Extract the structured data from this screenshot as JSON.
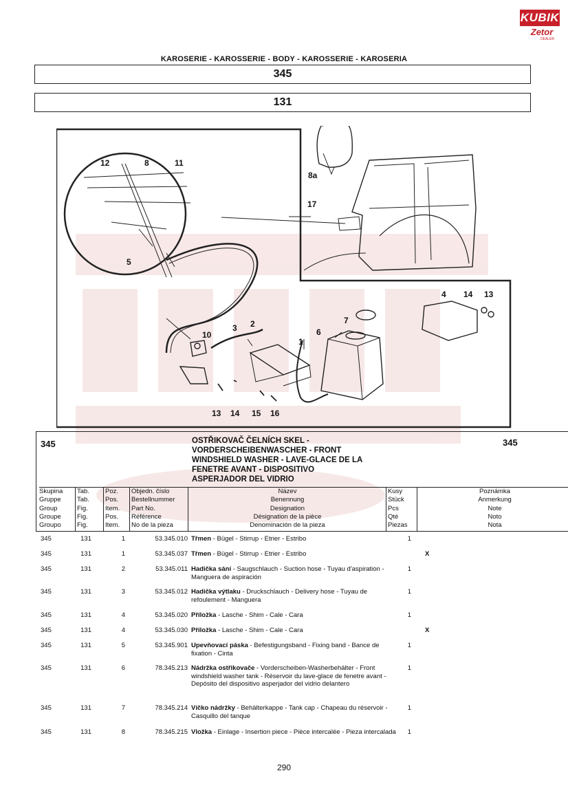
{
  "logo": {
    "top": "KUBIK",
    "bottom": "Zetor",
    "tiny": "DEALER"
  },
  "header": {
    "title": "KAROSERIE - KAROSSERIE - BODY - KAROSSERIE - KAROSERIA",
    "group": "345",
    "figure": "131"
  },
  "diagram": {
    "callouts": [
      "12",
      "8",
      "11",
      "17",
      "5",
      "8a",
      "3",
      "2",
      "10",
      "1",
      "6",
      "7",
      "4",
      "14",
      "13",
      "13",
      "14",
      "15",
      "16"
    ]
  },
  "parts_header": {
    "group_left": "345",
    "group_right": "345",
    "title_lines": [
      "OSTŘIKOVAČ ČELNÍCH SKEL -",
      "VORDERSCHEIBENWASCHER - FRONT",
      "WINDSHIELD WASHER - LAVE-GLACE DE LA",
      "FENETRE AVANT - DISPOSITIVO",
      "ASPERJADOR DEL VIDRIO"
    ],
    "columns": {
      "group": [
        "Skupina",
        "Gruppe",
        "Group",
        "Groupe",
        "Groupo"
      ],
      "tab": [
        "Tab.",
        "Tab.",
        "Fig.",
        "Fig.",
        "Fig."
      ],
      "pos": [
        "Poz.",
        "Pos.",
        "Item.",
        "Pos.",
        "Item."
      ],
      "number": [
        "Objedn. číslo",
        "Bestellnummer",
        "Part No.",
        "Référence",
        "No de la pieza"
      ],
      "name": [
        "Název",
        "Benennung",
        "Designation",
        "Désignation de la pièce",
        "Denominación de la pieza"
      ],
      "qty": [
        "Kusy",
        "Stück",
        "Pcs",
        "Qté",
        "Piezas"
      ],
      "note": [
        "Poznámka",
        "Anmerkung",
        "Note",
        "Noto",
        "Nota"
      ]
    }
  },
  "rows": [
    {
      "group": "345",
      "tab": "131",
      "pos": "1",
      "number": "53.345.010",
      "bold": "Třmen",
      "rest": " - Bügel - Stirrup - Etrier - Estribo",
      "qty": "1",
      "note": ""
    },
    {
      "group": "345",
      "tab": "131",
      "pos": "1",
      "number": "53.345.037",
      "bold": "Třmen",
      "rest": " - Bügel - Stirrup - Etrier - Estribo",
      "qty": "",
      "note": "X"
    },
    {
      "group": "345",
      "tab": "131",
      "pos": "2",
      "number": "53.345.011",
      "bold": "Hadička sání",
      "rest": " - Saugschlauch - Suction hose - Tuyau d'aspiration - Manguera de aspiración",
      "qty": "1",
      "note": ""
    },
    {
      "group": "345",
      "tab": "131",
      "pos": "3",
      "number": "53.345.012",
      "bold": "Hadička výtlaku",
      "rest": " - Druckschlauch - Delivery hose - Tuyau de refoulement - Manguera",
      "qty": "1",
      "note": ""
    },
    {
      "group": "345",
      "tab": "131",
      "pos": "4",
      "number": "53.345.020",
      "bold": "Příložka",
      "rest": " - Lasche - Shim - Cale - Cara",
      "qty": "1",
      "note": ""
    },
    {
      "group": "345",
      "tab": "131",
      "pos": "4",
      "number": "53.345.030",
      "bold": "Příložka",
      "rest": " - Lasche - Shim - Cale - Cara",
      "qty": "",
      "note": "X"
    },
    {
      "group": "345",
      "tab": "131",
      "pos": "5",
      "number": "53.345.901",
      "bold": "Upevňovací páska",
      "rest": " - Befestigungsband - Fixing band - Bance de fixation - Cinta",
      "qty": "1",
      "note": ""
    },
    {
      "group": "345",
      "tab": "131",
      "pos": "6",
      "number": "78.345.213",
      "bold": "Nádržka ostřikovače",
      "rest": " - Vorderscheiben-Washerbehälter - Front windshield washer tank - Réservoir du lave-glace de fenetre avant - Depósito del dispositivo asperjador del vidrio delantero",
      "qty": "1",
      "note": ""
    },
    {
      "group": "345",
      "tab": "131",
      "pos": "7",
      "number": "78.345.214",
      "bold": "Víčko nádržky",
      "rest": " - Behälterkappe - Tank cap - Chapeau du réservoir - Casquillo del tanque",
      "qty": "1",
      "note": ""
    },
    {
      "group": "345",
      "tab": "131",
      "pos": "8",
      "number": "78.345.215",
      "bold": "Vložka",
      "rest": " - Einlage - Insertion piece - Pièce intercalée - Pieza intercalada",
      "qty": "1",
      "note": ""
    }
  ],
  "page_number": "290"
}
